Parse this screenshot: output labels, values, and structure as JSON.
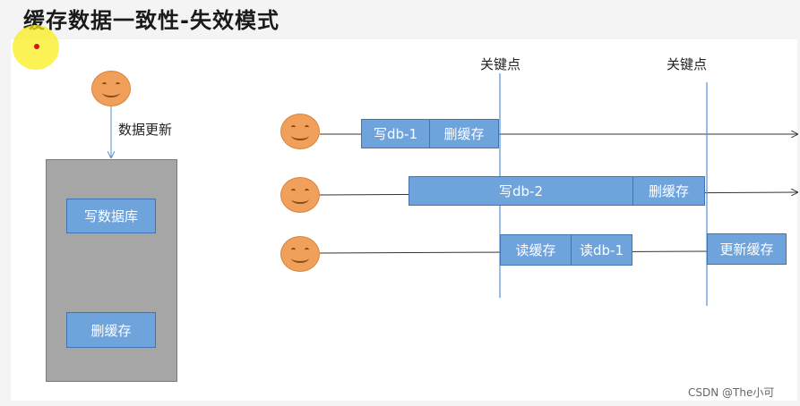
{
  "title": "缓存数据一致性-失效模式",
  "left_diagram": {
    "update_label": "数据更新",
    "steps": [
      "写数据库",
      "删缓存"
    ]
  },
  "timeline": {
    "key_point_labels": [
      "关键点",
      "关键点"
    ],
    "rows": [
      {
        "boxes": [
          "写db-1",
          "删缓存"
        ]
      },
      {
        "boxes": [
          "写db-2",
          "删缓存"
        ]
      },
      {
        "boxes": [
          "读缓存",
          "读db-1",
          "更新缓存"
        ]
      }
    ]
  },
  "watermark": "CSDN @The小可",
  "colors": {
    "box_fill": "#6fa3dc",
    "box_border": "#3f74b5",
    "face": "#f0a05a",
    "panel": "#a6a6a6"
  }
}
